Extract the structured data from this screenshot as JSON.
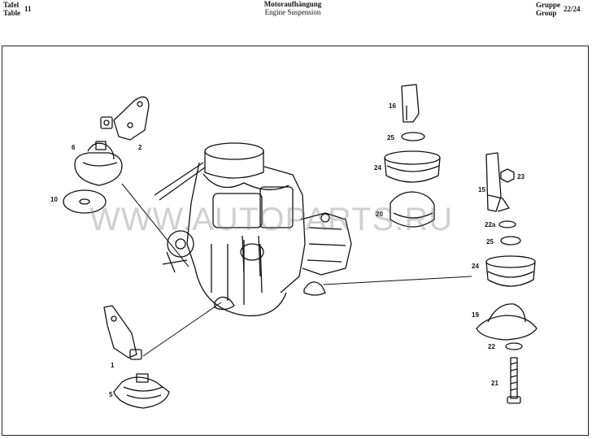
{
  "header": {
    "left_de": "Tafel",
    "left_en": "Table",
    "table_no": "11",
    "title_de": "Motoraufhängung",
    "title_en": "Engine Suspension",
    "right_de": "Gruppe",
    "right_en": "Group",
    "group_no": "22/24"
  },
  "watermark": "WWW.AUTOPARTS.RU",
  "callouts": [
    "1",
    "2",
    "5",
    "6",
    "10",
    "16",
    "25",
    "24",
    "20",
    "15",
    "23",
    "22a",
    "25",
    "24",
    "19",
    "22",
    "21"
  ]
}
